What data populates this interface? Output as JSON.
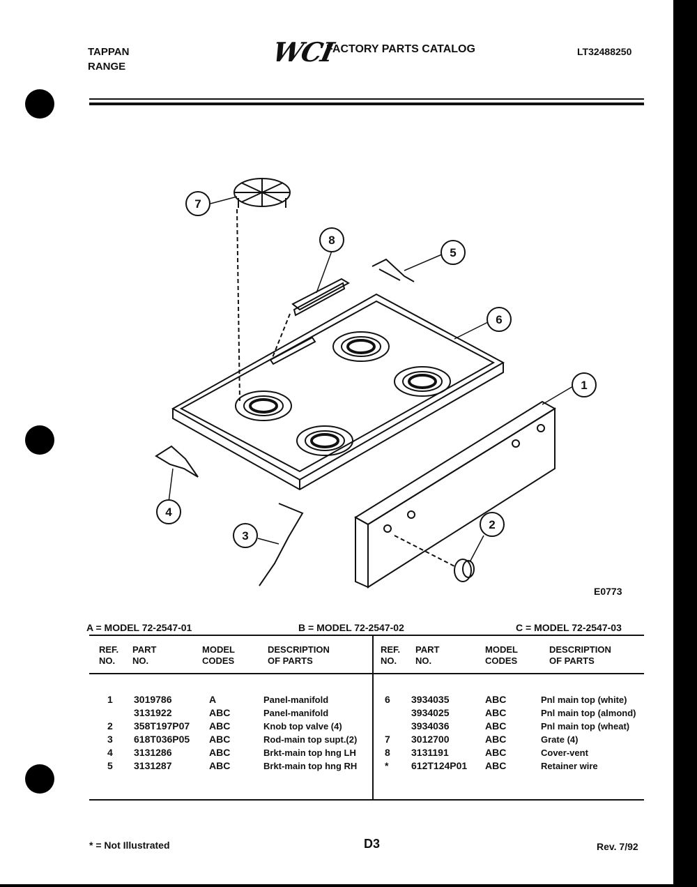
{
  "header": {
    "brand_line1": "TAPPAN",
    "brand_line2": "RANGE",
    "logo": "WCI",
    "catalog_title": "FACTORY PARTS CATALOG",
    "catalog_number": "LT32488250"
  },
  "diagram": {
    "code": "E0773",
    "callouts": [
      "7",
      "8",
      "5",
      "6",
      "1",
      "4",
      "3",
      "2"
    ]
  },
  "models": {
    "a": "A = MODEL 72-2547-01",
    "b": "B = MODEL 72-2547-02",
    "c": "C = MODEL 72-2547-03"
  },
  "table": {
    "headers": {
      "ref_no": [
        "REF.",
        "NO."
      ],
      "part_no": [
        "PART",
        "NO."
      ],
      "model_codes": [
        "MODEL",
        "CODES"
      ],
      "description": [
        "DESCRIPTION",
        "OF PARTS"
      ]
    },
    "left_rows": [
      {
        "ref": "1",
        "part": "3019786",
        "codes": "A",
        "desc": "Panel-manifold"
      },
      {
        "ref": "",
        "part": "3131922",
        "codes": "ABC",
        "desc": "Panel-manifold"
      },
      {
        "ref": "2",
        "part": "358T197P07",
        "codes": "ABC",
        "desc": "Knob top valve (4)"
      },
      {
        "ref": "3",
        "part": "618T036P05",
        "codes": "ABC",
        "desc": "Rod-main top supt.(2)"
      },
      {
        "ref": "4",
        "part": "3131286",
        "codes": "ABC",
        "desc": "Brkt-main top hng LH"
      },
      {
        "ref": "5",
        "part": "3131287",
        "codes": "ABC",
        "desc": "Brkt-main top hng RH"
      }
    ],
    "right_rows": [
      {
        "ref": "6",
        "part": "3934035",
        "codes": "ABC",
        "desc": "Pnl main top (white)"
      },
      {
        "ref": "",
        "part": "3934025",
        "codes": "ABC",
        "desc": "Pnl main top (almond)"
      },
      {
        "ref": "",
        "part": "3934036",
        "codes": "ABC",
        "desc": "Pnl main top (wheat)"
      },
      {
        "ref": "7",
        "part": "3012700",
        "codes": "ABC",
        "desc": "Grate (4)"
      },
      {
        "ref": "8",
        "part": "3131191",
        "codes": "ABC",
        "desc": "Cover-vent"
      },
      {
        "ref": "*",
        "part": "612T124P01",
        "codes": "ABC",
        "desc": "Retainer wire"
      }
    ]
  },
  "footer": {
    "note": "* = Not Illustrated",
    "page": "D3",
    "revision": "Rev. 7/92"
  }
}
